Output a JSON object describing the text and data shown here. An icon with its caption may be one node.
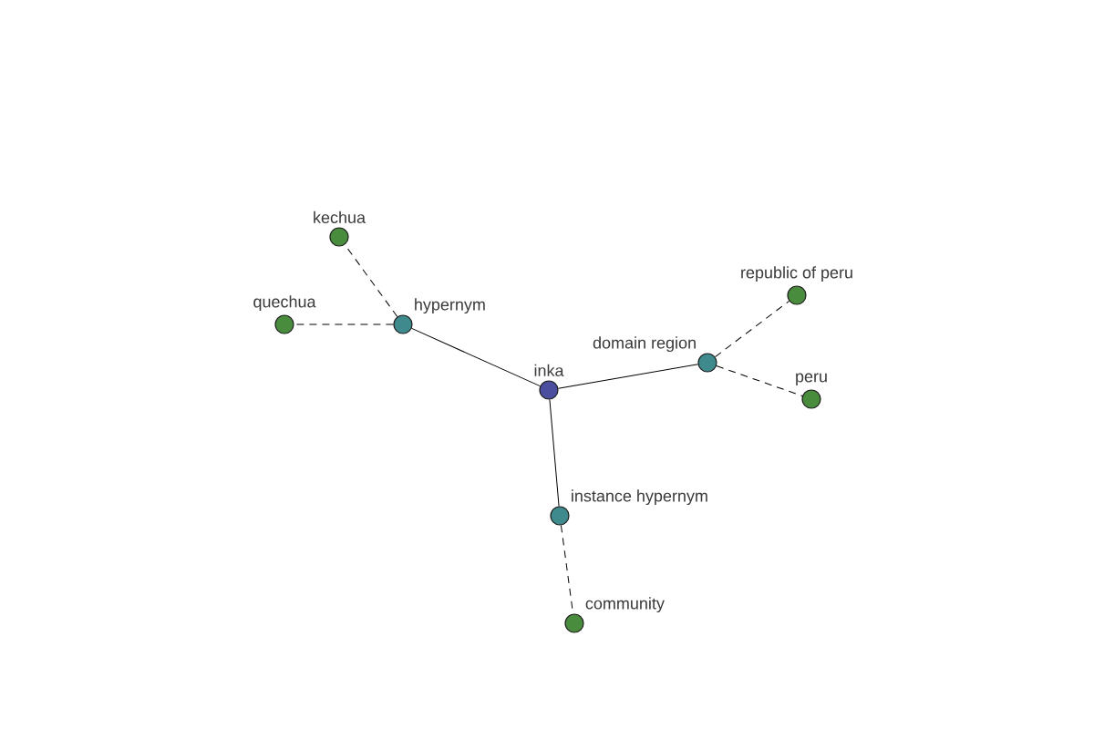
{
  "diagram": {
    "nodes": [
      {
        "text": [
          "kechua"
        ]
      },
      {
        "text": [
          "republic of peru"
        ]
      },
      {
        "text": [
          "quechua"
        ]
      },
      {
        "text": [
          "hypernym"
        ]
      },
      {
        "text": [
          "domain region"
        ]
      },
      {
        "text": [
          "inka"
        ]
      },
      {
        "text": [
          "peru"
        ]
      },
      {
        "text": [
          "instance hypernym"
        ]
      },
      {
        "text": [
          "community"
        ]
      }
    ],
    "edges": [
      {
        "from": 5,
        "to": 3,
        "arrow": "none"
      },
      {
        "from": 5,
        "to": 4,
        "arrow": "none"
      },
      {
        "from": 5,
        "to": 7,
        "arrow": "none"
      },
      {
        "from": 3,
        "to": 0,
        "arrow": "none",
        "style": "dashed"
      },
      {
        "from": 3,
        "to": 2,
        "arrow": "none",
        "style": "dashed"
      },
      {
        "from": 4,
        "to": 1,
        "arrow": "none",
        "style": "dashed"
      },
      {
        "from": 4,
        "to": 6,
        "arrow": "none",
        "style": "dashed"
      },
      {
        "from": 7,
        "to": 8,
        "arrow": "none",
        "style": "dashed"
      }
    ]
  }
}
